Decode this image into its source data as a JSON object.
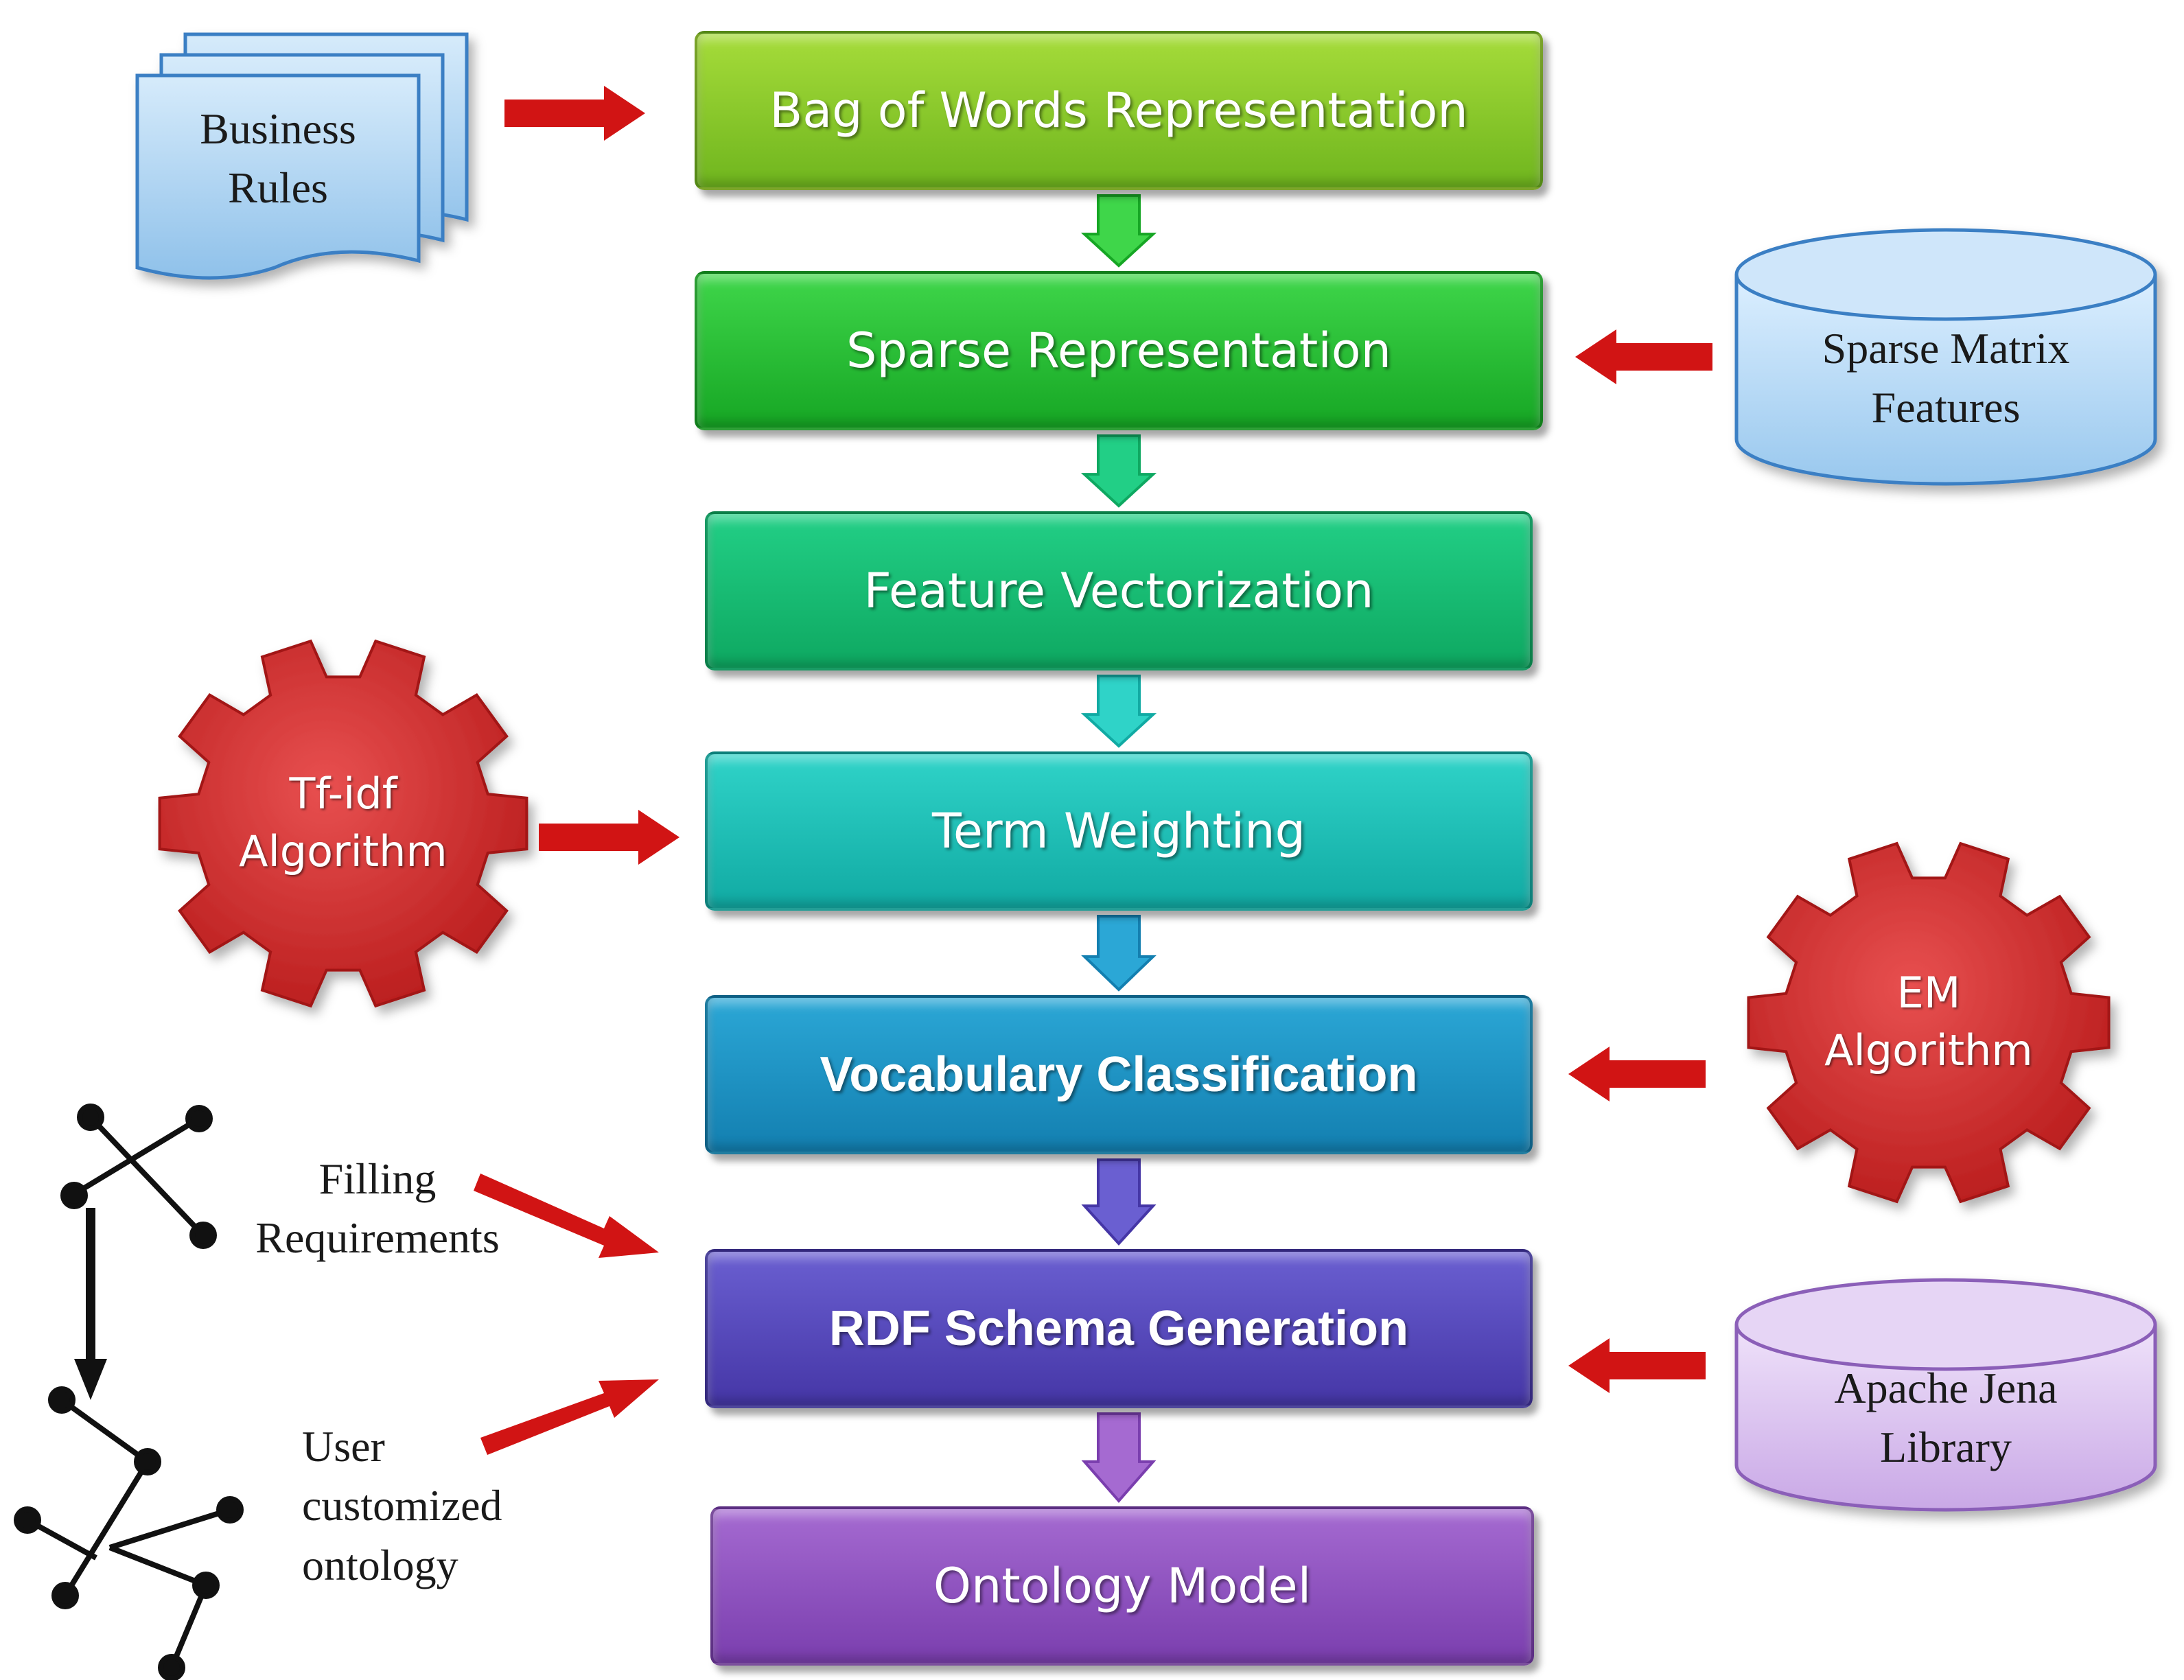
{
  "steps": [
    {
      "id": "bag-of-words",
      "label": "Bag of Words  Representation",
      "color_top": "#a6dc3a",
      "color_bottom": "#6fb51e"
    },
    {
      "id": "sparse",
      "label": "Sparse Representation",
      "color_top": "#3fd64a",
      "color_bottom": "#16a624"
    },
    {
      "id": "feature-vector",
      "label": "Feature Vectorization",
      "color_top": "#22cf86",
      "color_bottom": "#0ea861"
    },
    {
      "id": "term-weighting",
      "label": "Term Weighting",
      "color_top": "#2fd3c8",
      "color_bottom": "#11aaa3"
    },
    {
      "id": "vocab-class",
      "label": "Vocabulary Classification",
      "color_top": "#2ba7d6",
      "color_bottom": "#137fb0"
    },
    {
      "id": "rdf-schema",
      "label": "RDF Schema Generation",
      "color_top": "#6a5fd1",
      "color_bottom": "#4536a6"
    },
    {
      "id": "ontology-model",
      "label": "Ontology Model",
      "color_top": "#a56ad1",
      "color_bottom": "#7a3eae"
    }
  ],
  "inputs": {
    "business_rules": {
      "line1": "Business",
      "line2": "Rules"
    },
    "sparse_matrix": {
      "line1": "Sparse Matrix",
      "line2": "Features"
    },
    "tfidf": {
      "line1": "Tf-idf",
      "line2": "Algorithm"
    },
    "em": {
      "line1": "EM",
      "line2": "Algorithm"
    },
    "filling": {
      "line1": "Filling",
      "line2": "Requirements"
    },
    "user_ontology": {
      "line1": "User",
      "line2": "customized",
      "line3": "ontology"
    },
    "apache_jena": {
      "line1": "Apache Jena",
      "line2": "Library"
    }
  },
  "colors": {
    "arrow_red": "#d11414",
    "gear_red": "#d42a2a",
    "doc_blue": "#a9d2f3",
    "db_blue": "#b9dcf6",
    "db_purple": "#dcc6ef"
  }
}
